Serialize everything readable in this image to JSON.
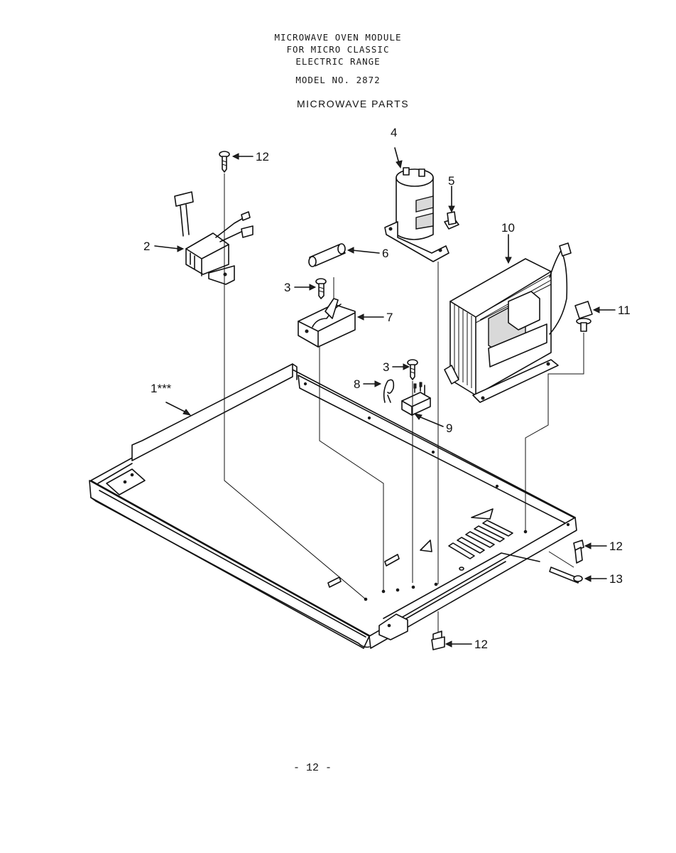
{
  "header": {
    "lines": [
      "MICROWAVE OVEN MODULE",
      "FOR MICRO CLASSIC",
      "ELECTRIC RANGE"
    ],
    "model": "MODEL NO. 2872",
    "section_title": "MICROWAVE PARTS"
  },
  "callouts": {
    "c1": "1***",
    "c2": "2",
    "c3a": "3",
    "c3b": "3",
    "c4": "4",
    "c5": "5",
    "c6": "6",
    "c7": "7",
    "c8": "8",
    "c9": "9",
    "c10": "10",
    "c11": "11",
    "c12a": "12",
    "c12b": "12",
    "c12c": "12",
    "c13": "13"
  },
  "page_number": "- 12 -"
}
